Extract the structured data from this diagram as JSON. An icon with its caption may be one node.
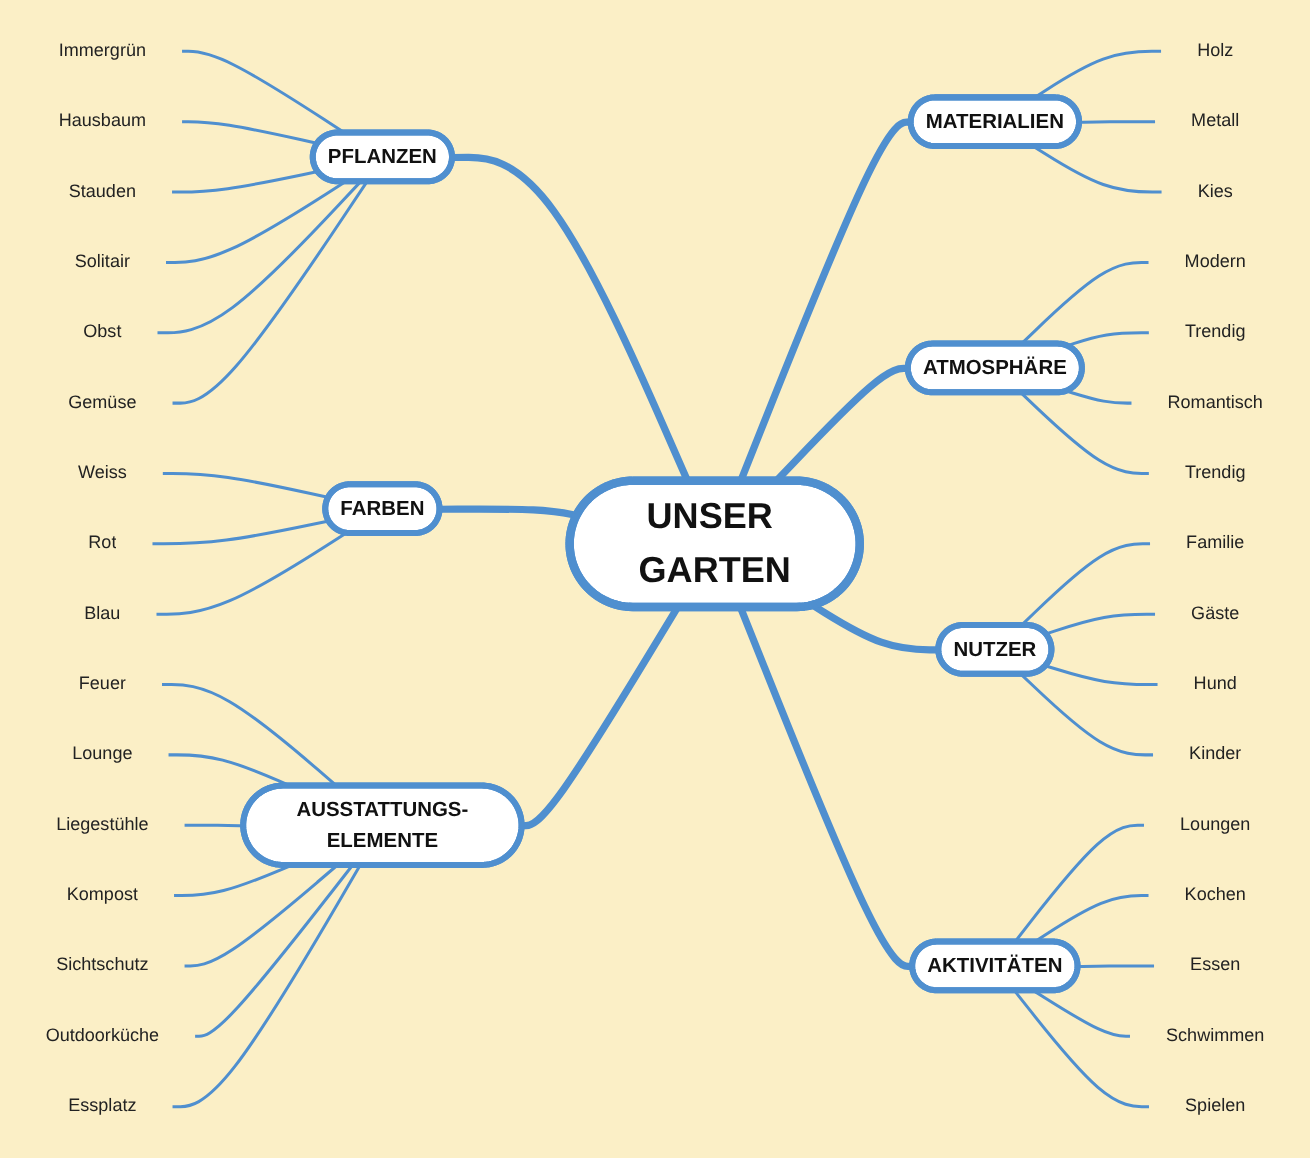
{
  "diagram": {
    "nodes": [
      {
        "text": [
          "UNSER GARTEN"
        ]
      },
      {
        "text": [
          "PFLANZEN"
        ]
      },
      {
        "text": [
          "Immergrün"
        ]
      },
      {
        "text": [
          "Hausbaum"
        ]
      },
      {
        "text": [
          "Stauden"
        ]
      },
      {
        "text": [
          "Solitair"
        ]
      },
      {
        "text": [
          "Obst"
        ]
      },
      {
        "text": [
          "Gemüse"
        ]
      },
      {
        "text": [
          "MATERIALIEN"
        ]
      },
      {
        "text": [
          "Holz"
        ]
      },
      {
        "text": [
          "Metall"
        ]
      },
      {
        "text": [
          "Kies"
        ]
      },
      {
        "text": [
          "ATMOSPHÄRE"
        ]
      },
      {
        "text": [
          "Modern"
        ]
      },
      {
        "text": [
          "Trendig"
        ]
      },
      {
        "text": [
          "Romantisch"
        ]
      },
      {
        "text": [
          "Trendig"
        ]
      },
      {
        "text": [
          "FARBEN"
        ]
      },
      {
        "text": [
          "Weiss"
        ]
      },
      {
        "text": [
          "Rot"
        ]
      },
      {
        "text": [
          "Blau"
        ]
      },
      {
        "text": [
          "NUTZER"
        ]
      },
      {
        "text": [
          "Familie"
        ]
      },
      {
        "text": [
          "Gäste"
        ]
      },
      {
        "text": [
          "Hund"
        ]
      },
      {
        "text": [
          "Kinder"
        ]
      },
      {
        "text": [
          "AUSSTATTUNGS-ELEMENTE"
        ]
      },
      {
        "text": [
          "Feuer"
        ]
      },
      {
        "text": [
          "Lounge"
        ]
      },
      {
        "text": [
          "Liegestühle"
        ]
      },
      {
        "text": [
          "Kompost"
        ]
      },
      {
        "text": [
          "Sichtschutz"
        ]
      },
      {
        "text": [
          "Outdoorküche"
        ]
      },
      {
        "text": [
          "Essplatz"
        ]
      },
      {
        "text": [
          "AKTIVITÄTEN"
        ]
      },
      {
        "text": [
          "Loungen"
        ]
      },
      {
        "text": [
          "Kochen"
        ]
      },
      {
        "text": [
          "Essen"
        ]
      },
      {
        "text": [
          "Schwimmen"
        ]
      },
      {
        "text": [
          "Spielen"
        ]
      }
    ],
    "edges": [
      {
        "from": 1,
        "to": 0,
        "arrow": "none",
        "style": "thick"
      },
      {
        "from": 2,
        "to": 1,
        "arrow": "none"
      },
      {
        "from": 3,
        "to": 1,
        "arrow": "none"
      },
      {
        "from": 4,
        "to": 1,
        "arrow": "none"
      },
      {
        "from": 5,
        "to": 1,
        "arrow": "none"
      },
      {
        "from": 6,
        "to": 1,
        "arrow": "none"
      },
      {
        "from": 7,
        "to": 1,
        "arrow": "none"
      },
      {
        "from": 0,
        "to": 8,
        "arrow": "none",
        "style": "thick"
      },
      {
        "from": 8,
        "to": 9,
        "arrow": "none"
      },
      {
        "from": 8,
        "to": 10,
        "arrow": "none"
      },
      {
        "from": 8,
        "to": 11,
        "arrow": "none"
      },
      {
        "from": 0,
        "to": 12,
        "arrow": "none",
        "style": "thick"
      },
      {
        "from": 12,
        "to": 13,
        "arrow": "none"
      },
      {
        "from": 12,
        "to": 14,
        "arrow": "none"
      },
      {
        "from": 12,
        "to": 15,
        "arrow": "none"
      },
      {
        "from": 12,
        "to": 16,
        "arrow": "none"
      },
      {
        "from": 17,
        "to": 0,
        "arrow": "none",
        "style": "thick"
      },
      {
        "from": 18,
        "to": 17,
        "arrow": "none"
      },
      {
        "from": 19,
        "to": 17,
        "arrow": "none"
      },
      {
        "from": 20,
        "to": 17,
        "arrow": "none"
      },
      {
        "from": 0,
        "to": 21,
        "arrow": "none",
        "style": "thick"
      },
      {
        "from": 21,
        "to": 22,
        "arrow": "none"
      },
      {
        "from": 21,
        "to": 23,
        "arrow": "none"
      },
      {
        "from": 21,
        "to": 24,
        "arrow": "none"
      },
      {
        "from": 21,
        "to": 25,
        "arrow": "none"
      },
      {
        "from": 26,
        "to": 0,
        "arrow": "none",
        "style": "thick"
      },
      {
        "from": 27,
        "to": 26,
        "arrow": "none"
      },
      {
        "from": 28,
        "to": 26,
        "arrow": "none"
      },
      {
        "from": 29,
        "to": 26,
        "arrow": "none"
      },
      {
        "from": 30,
        "to": 26,
        "arrow": "none"
      },
      {
        "from": 31,
        "to": 26,
        "arrow": "none"
      },
      {
        "from": 32,
        "to": 26,
        "arrow": "none"
      },
      {
        "from": 33,
        "to": 26,
        "arrow": "none"
      },
      {
        "from": 0,
        "to": 34,
        "arrow": "none",
        "style": "thick"
      },
      {
        "from": 34,
        "to": 35,
        "arrow": "none"
      },
      {
        "from": 34,
        "to": 36,
        "arrow": "none"
      },
      {
        "from": 34,
        "to": 37,
        "arrow": "none"
      },
      {
        "from": 34,
        "to": 38,
        "arrow": "none"
      },
      {
        "from": 34,
        "to": 39,
        "arrow": "none"
      }
    ]
  }
}
